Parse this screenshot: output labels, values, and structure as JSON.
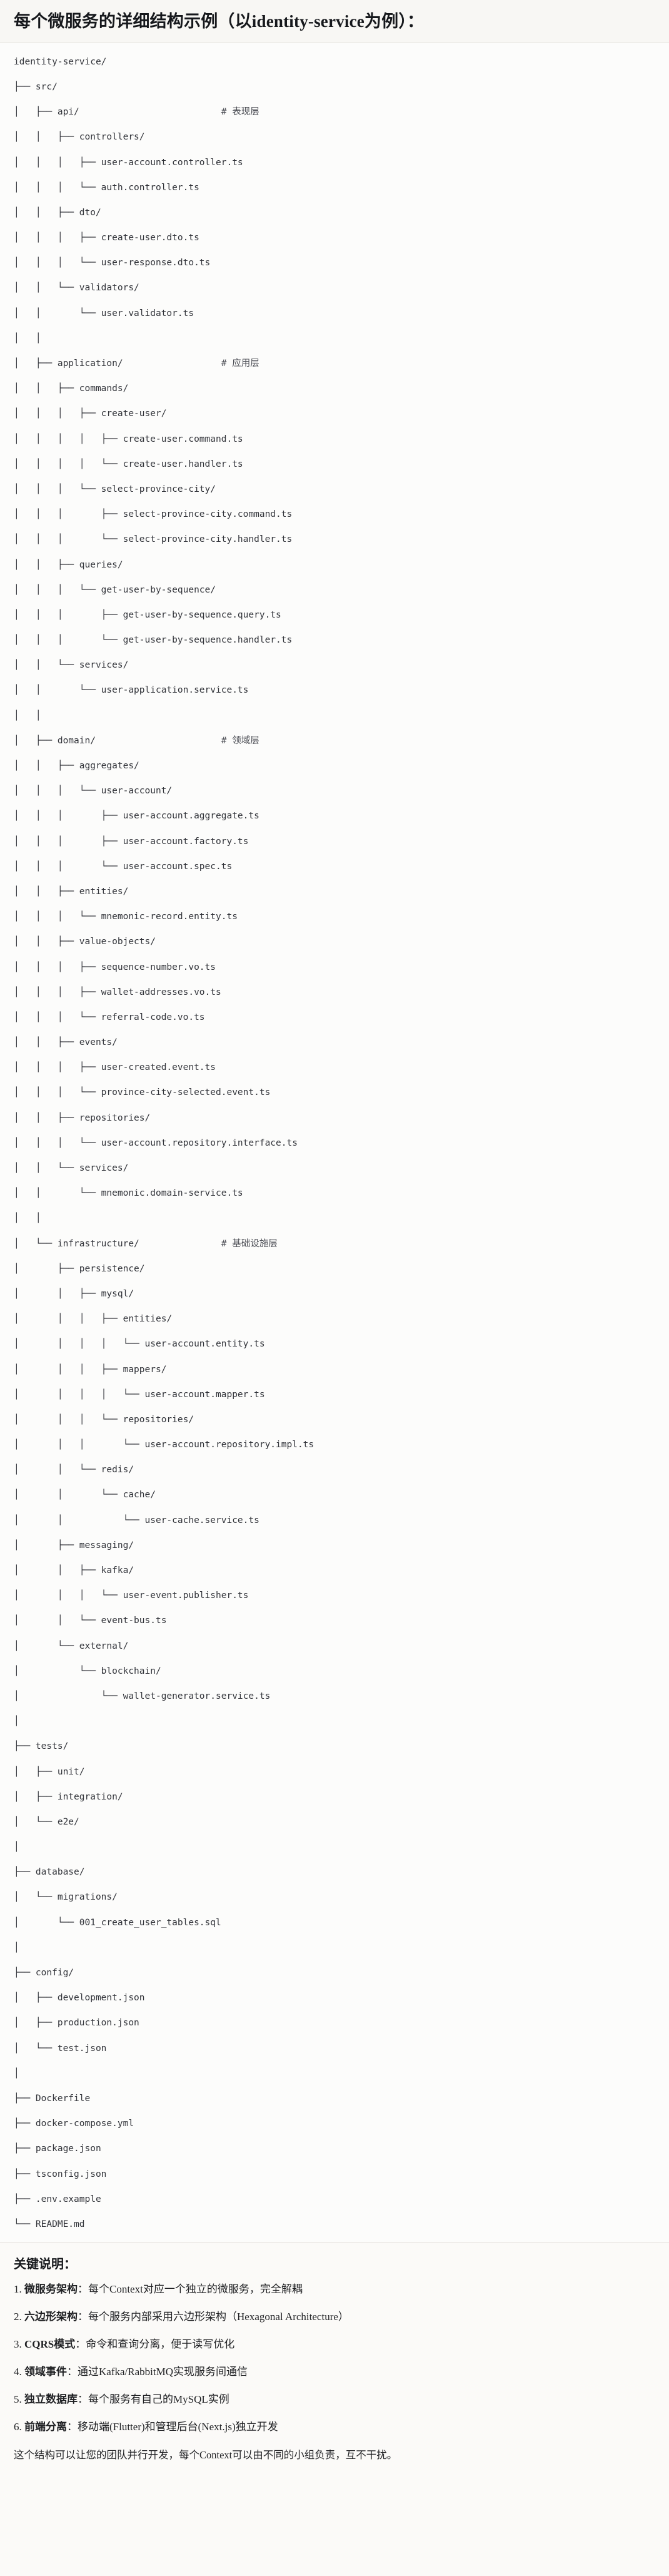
{
  "header": {
    "title": "每个微服务的详细结构示例（以identity-service为例）："
  },
  "tree": {
    "root": "identity-service/",
    "lines": [
      "identity-service/",
      "├── src/",
      "│   ├── api/                          # 表现层",
      "│   │   ├── controllers/",
      "│   │   │   ├── user-account.controller.ts",
      "│   │   │   └── auth.controller.ts",
      "│   │   ├── dto/",
      "│   │   │   ├── create-user.dto.ts",
      "│   │   │   └── user-response.dto.ts",
      "│   │   └── validators/",
      "│   │       └── user.validator.ts",
      "│   │",
      "│   ├── application/                  # 应用层",
      "│   │   ├── commands/",
      "│   │   │   ├── create-user/",
      "│   │   │   │   ├── create-user.command.ts",
      "│   │   │   │   └── create-user.handler.ts",
      "│   │   │   └── select-province-city/",
      "│   │   │       ├── select-province-city.command.ts",
      "│   │   │       └── select-province-city.handler.ts",
      "│   │   ├── queries/",
      "│   │   │   └── get-user-by-sequence/",
      "│   │   │       ├── get-user-by-sequence.query.ts",
      "│   │   │       └── get-user-by-sequence.handler.ts",
      "│   │   └── services/",
      "│   │       └── user-application.service.ts",
      "│   │",
      "│   ├── domain/                       # 领域层",
      "│   │   ├── aggregates/",
      "│   │   │   └── user-account/",
      "│   │   │       ├── user-account.aggregate.ts",
      "│   │   │       ├── user-account.factory.ts",
      "│   │   │       └── user-account.spec.ts",
      "│   │   ├── entities/",
      "│   │   │   └── mnemonic-record.entity.ts",
      "│   │   ├── value-objects/",
      "│   │   │   ├── sequence-number.vo.ts",
      "│   │   │   ├── wallet-addresses.vo.ts",
      "│   │   │   └── referral-code.vo.ts",
      "│   │   ├── events/",
      "│   │   │   ├── user-created.event.ts",
      "│   │   │   └── province-city-selected.event.ts",
      "│   │   ├── repositories/",
      "│   │   │   └── user-account.repository.interface.ts",
      "│   │   └── services/",
      "│   │       └── mnemonic.domain-service.ts",
      "│   │",
      "│   └── infrastructure/               # 基础设施层",
      "│       ├── persistence/",
      "│       │   ├── mysql/",
      "│       │   │   ├── entities/",
      "│       │   │   │   └── user-account.entity.ts",
      "│       │   │   ├── mappers/",
      "│       │   │   │   └── user-account.mapper.ts",
      "│       │   │   └── repositories/",
      "│       │   │       └── user-account.repository.impl.ts",
      "│       │   └── redis/",
      "│       │       └── cache/",
      "│       │           └── user-cache.service.ts",
      "│       ├── messaging/",
      "│       │   ├── kafka/",
      "│       │   │   └── user-event.publisher.ts",
      "│       │   └── event-bus.ts",
      "│       └── external/",
      "│           └── blockchain/",
      "│               └── wallet-generator.service.ts",
      "│",
      "├── tests/",
      "│   ├── unit/",
      "│   ├── integration/",
      "│   └── e2e/",
      "│",
      "├── database/",
      "│   └── migrations/",
      "│       └── 001_create_user_tables.sql",
      "│",
      "├── config/",
      "│   ├── development.json",
      "│   ├── production.json",
      "│   └── test.json",
      "│",
      "├── Dockerfile",
      "├── docker-compose.yml",
      "├── package.json",
      "├── tsconfig.json",
      "├── .env.example",
      "└── README.md"
    ]
  },
  "notes": {
    "title": "关键说明：",
    "items": [
      {
        "num": "1. ",
        "key": "微服务架构",
        "body": "：每个Context对应一个独立的微服务，完全解耦"
      },
      {
        "num": "2. ",
        "key": "六边形架构",
        "body": "：每个服务内部采用六边形架构（Hexagonal Architecture）"
      },
      {
        "num": "3. ",
        "key": "CQRS模式",
        "body": "：命令和查询分离，便于读写优化"
      },
      {
        "num": "4. ",
        "key": "领域事件",
        "body": "：通过Kafka/RabbitMQ实现服务间通信"
      },
      {
        "num": "5. ",
        "key": "独立数据库",
        "body": "：每个服务有自己的MySQL实例"
      },
      {
        "num": "6. ",
        "key": "前端分离",
        "body": "：移动端(Flutter)和管理后台(Next.js)独立开发"
      }
    ],
    "closing": "这个结构可以让您的团队并行开发，每个Context可以由不同的小组负责，互不干扰。"
  }
}
